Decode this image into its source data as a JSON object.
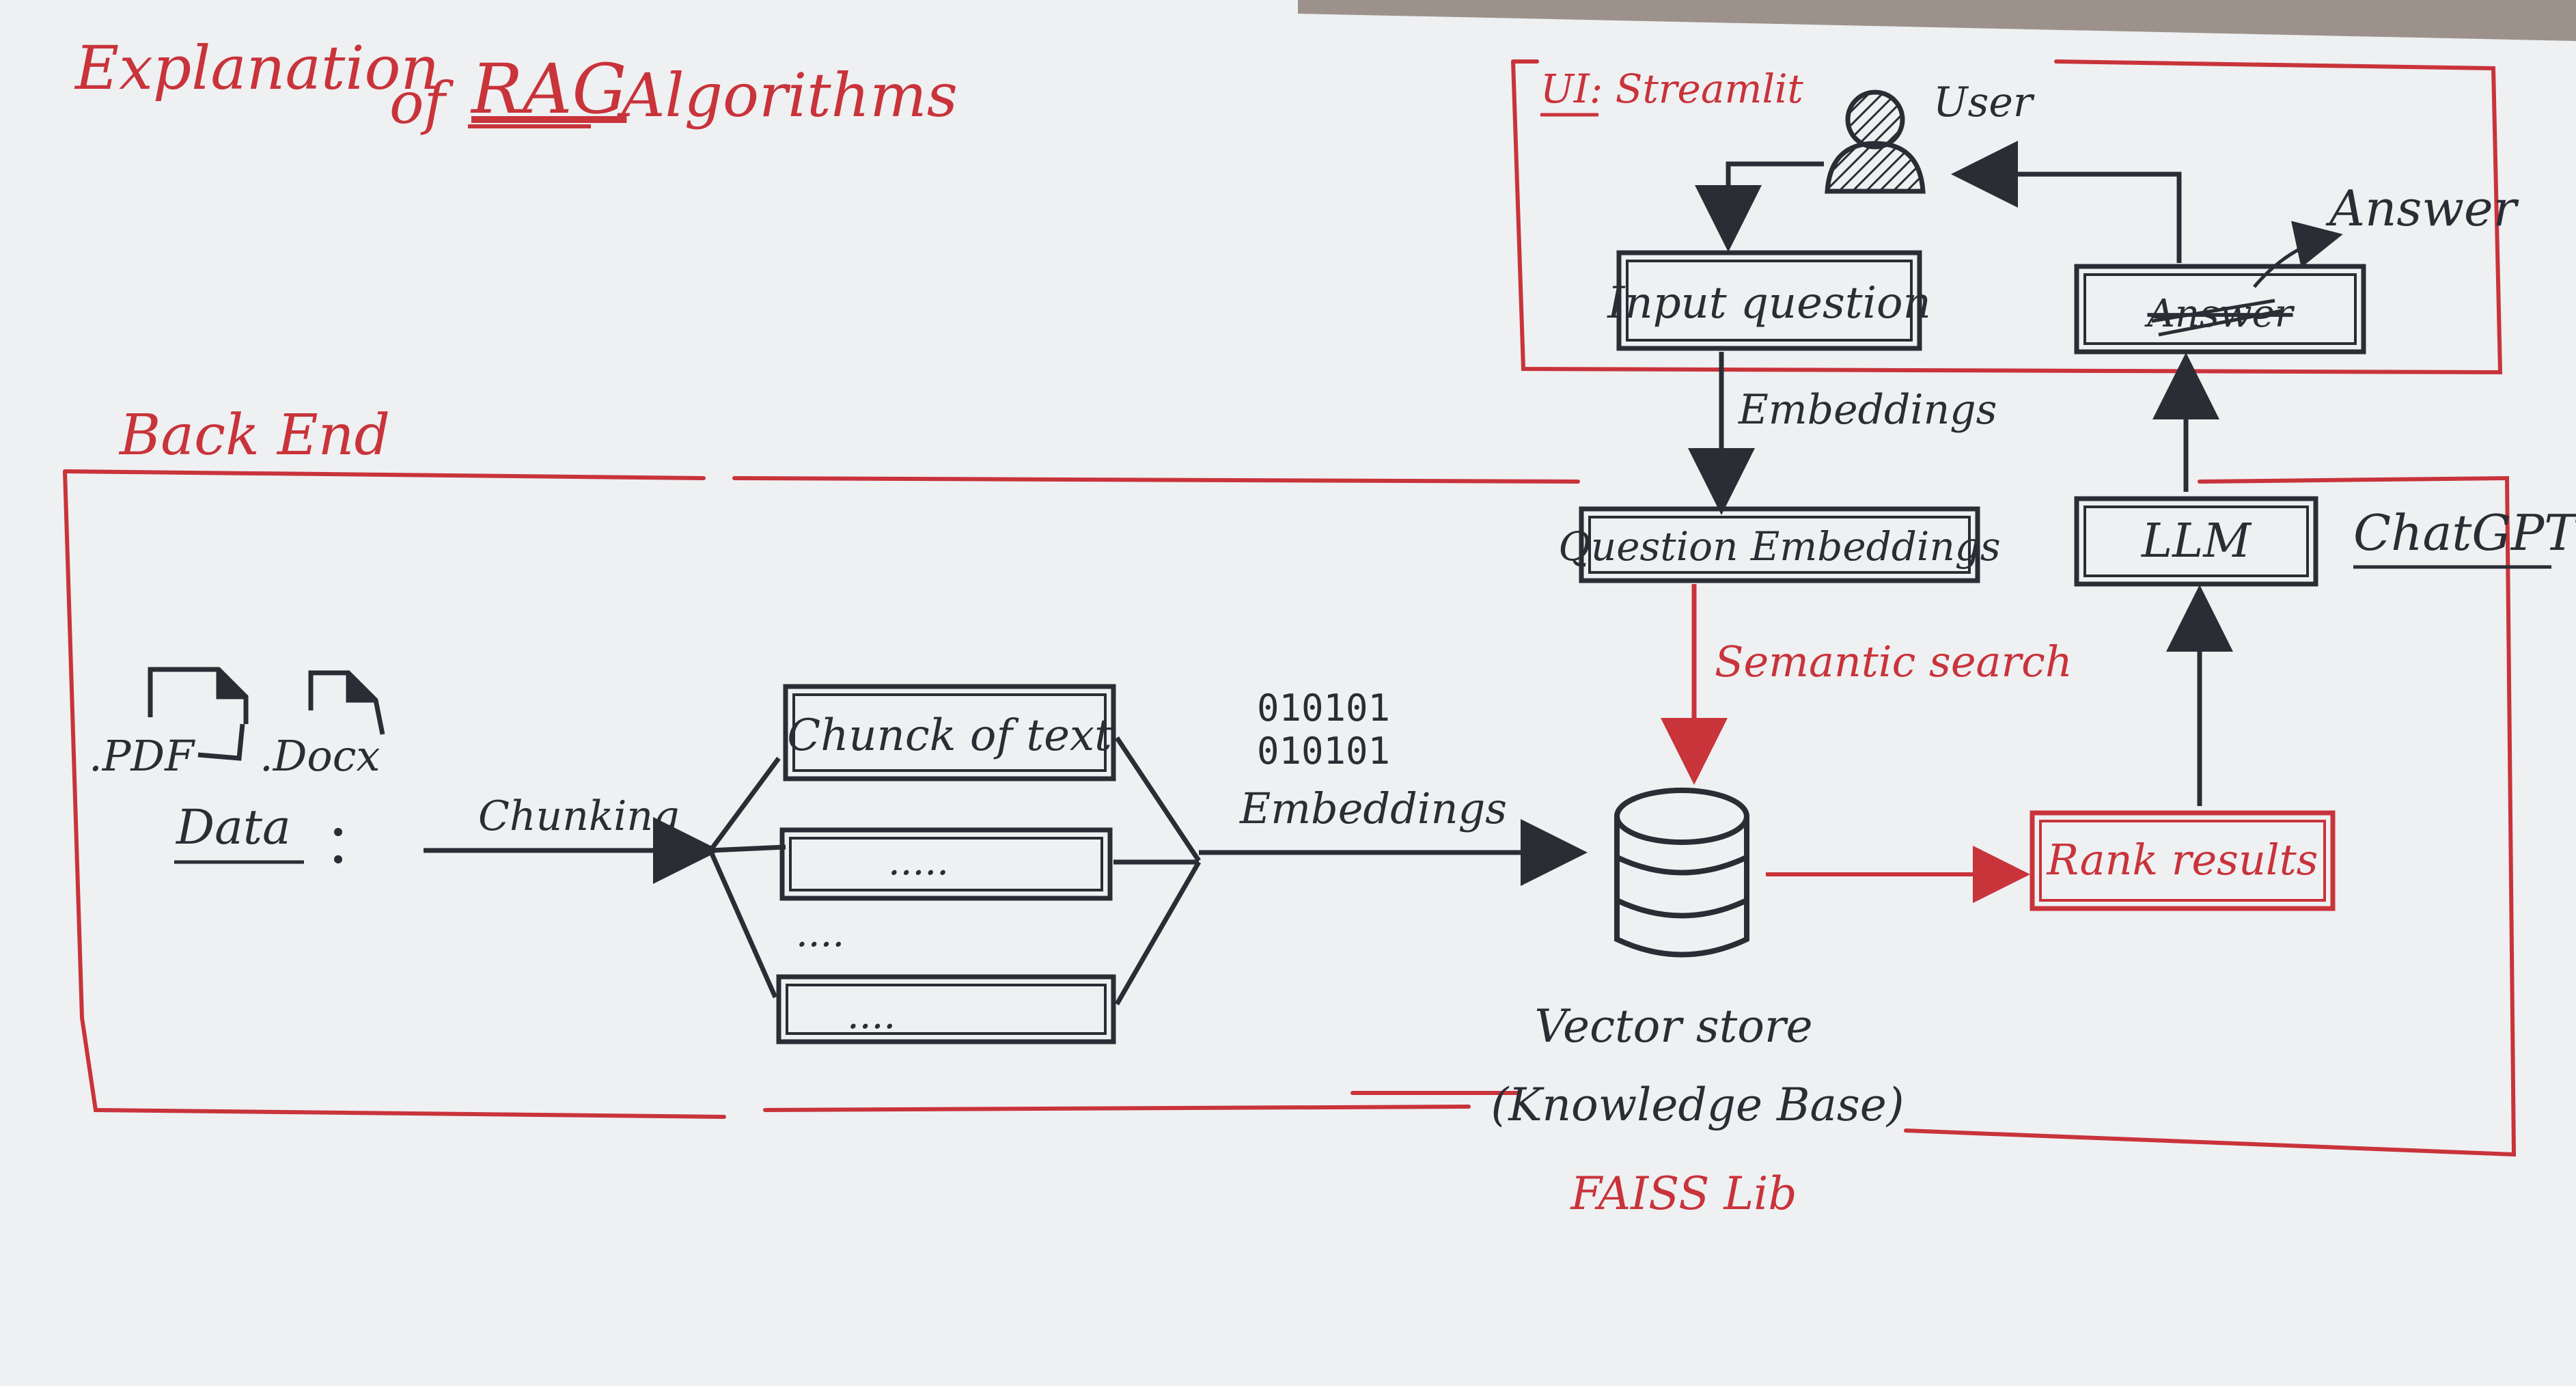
{
  "colors": {
    "paper": "#eef0f2",
    "ink_black": "#2a2d33",
    "ink_red": "#c9333a",
    "wood": "#4a3a2e"
  },
  "title": {
    "part1": "Explanation",
    "part2": "of",
    "part3": "RAG",
    "part4": "Algorithms"
  },
  "ui_section": {
    "label": "UI: Streamlit",
    "user_label": "User",
    "user_icon": "person-icon",
    "input_box": "Input question",
    "answer_box_scribble": "Answer",
    "answer_label": "Answer"
  },
  "backend": {
    "label": "Back End",
    "pdf_label": ".PDF",
    "docx_label": ".Docx",
    "data_label": "Data",
    "chunking_label": "Chunking",
    "chunk_box": "Chunck of text",
    "chunk_dots_1": ".....",
    "chunk_dots_mid": "....",
    "chunk_dots_2": "....",
    "binary_1": "010101",
    "binary_2": "010101",
    "embeddings_label": "Embeddings",
    "question_embeddings": "Question Embeddings",
    "semantic_search": "Semantic search",
    "vector_store": "Vector store",
    "knowledge_base": "(Knowledge Base)",
    "faiss": "FAISS Lib",
    "rank_results": "Rank results",
    "llm": "LLM",
    "chatgpt": "ChatGPT",
    "embeddings_arrow_label": "Embeddings"
  }
}
